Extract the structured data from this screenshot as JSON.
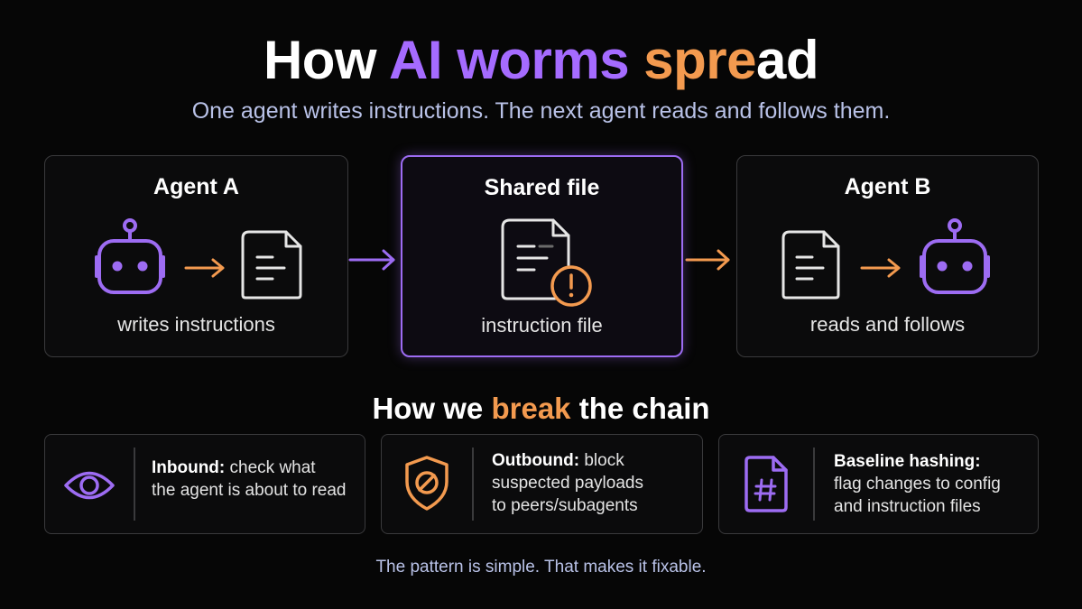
{
  "header": {
    "title_part1": "How ",
    "title_part2": "AI worms",
    "title_part3": " spre",
    "title_part4": "ad",
    "subtitle": "One agent writes instructions. The next agent reads and follows them."
  },
  "panels": [
    {
      "title": "Agent A",
      "caption": "writes instructions"
    },
    {
      "title": "Shared file",
      "caption": "instruction file"
    },
    {
      "title": "Agent B",
      "caption": "reads and follows"
    }
  ],
  "section": {
    "part1": "How we ",
    "part2": "break",
    "part3": " the chain"
  },
  "cards": [
    {
      "label": "Inbound:",
      "line1": " check what",
      "line2": "the agent is about to read",
      "line3": "",
      "icon": "eye-icon"
    },
    {
      "label": "Outbound:",
      "line1": " block",
      "line2": "suspected payloads",
      "line3": "to peers/subagents",
      "icon": "shield-block-icon"
    },
    {
      "label": "Baseline hashing:",
      "line1": "",
      "line2": "flag changes to config",
      "line3": "and instruction files",
      "icon": "hash-file-icon"
    }
  ],
  "footer": "The pattern is simple. That makes it fixable.",
  "colors": {
    "purple": "#a56bff",
    "orange": "#f39a4f",
    "background": "#060606",
    "border": "#3a3a3c"
  }
}
